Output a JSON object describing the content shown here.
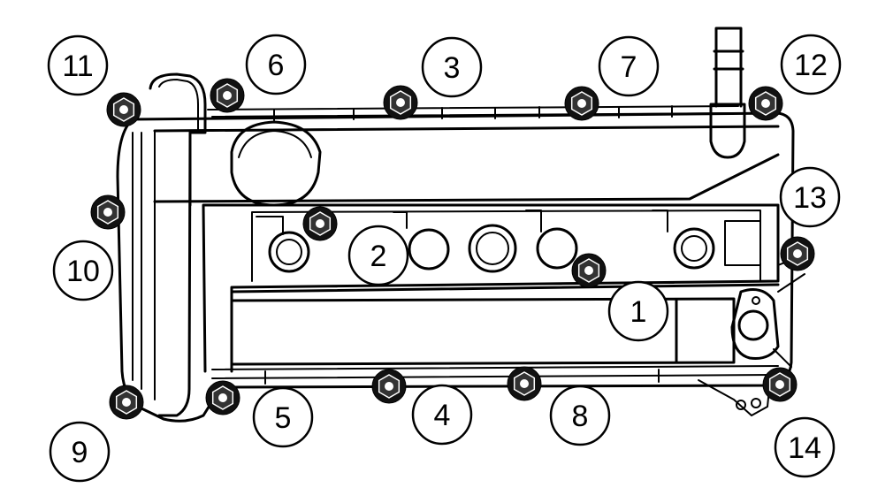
{
  "diagram": {
    "subject": "valve cover bolt tightening sequence",
    "colors": {
      "line": "#000000",
      "fill": "#ffffff",
      "bolt": "#111111"
    },
    "sequence_labels": [
      "1",
      "2",
      "3",
      "4",
      "5",
      "6",
      "7",
      "8",
      "9",
      "10",
      "11",
      "12",
      "13",
      "14"
    ]
  }
}
